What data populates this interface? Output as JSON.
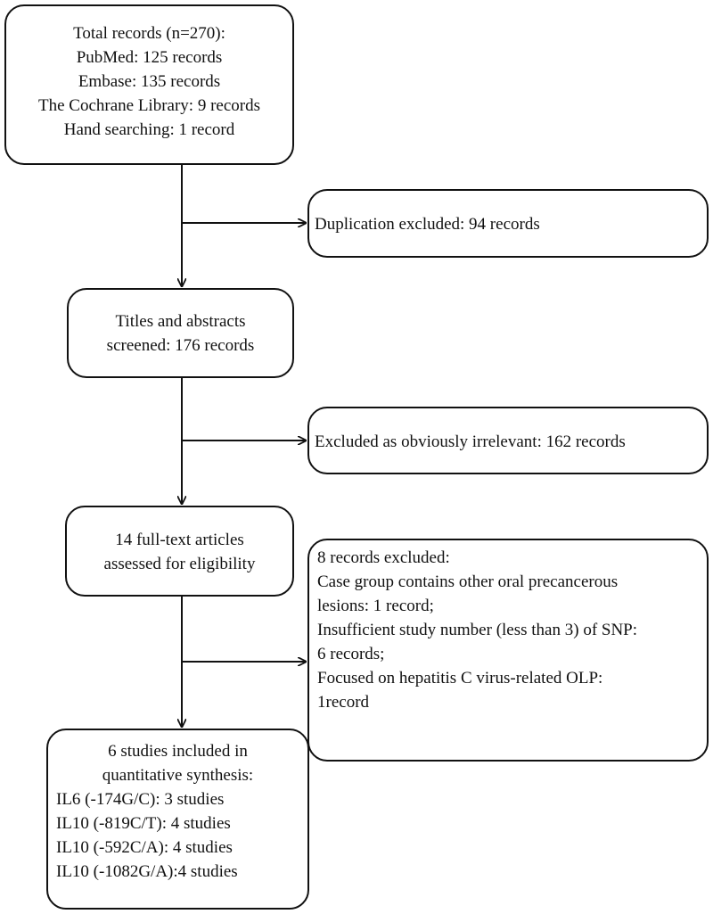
{
  "boxes": {
    "total_records": {
      "lines": [
        "Total records (n=270):",
        "PubMed: 125 records",
        "Embase: 135 records",
        "The Cochrane Library: 9 records",
        "Hand searching: 1 record"
      ]
    },
    "duplication_excluded": {
      "lines": [
        "Duplication excluded: 94 records"
      ]
    },
    "titles_abstracts": {
      "lines": [
        "Titles and abstracts",
        "screened: 176 records"
      ]
    },
    "irrelevant_excluded": {
      "lines": [
        "Excluded as obviously irrelevant: 162 records"
      ]
    },
    "full_text": {
      "lines": [
        "14 full-text articles",
        "assessed for eligibility"
      ]
    },
    "records_excluded": {
      "lines": [
        "8 records excluded:",
        "Case group contains other oral precancerous",
        "lesions: 1 record;",
        "Insufficient study number (less than 3) of SNP:",
        "6 records;",
        "Focused on hepatitis C virus-related OLP:",
        "1record"
      ]
    },
    "included": {
      "lines": [
        "6 studies included in",
        "quantitative synthesis:",
        "IL6 (-174G/C): 3 studies",
        "IL10 (-819C/T): 4 studies",
        "IL10 (-592C/A): 4 studies",
        "IL10 (-1082G/A):4 studies"
      ]
    }
  }
}
